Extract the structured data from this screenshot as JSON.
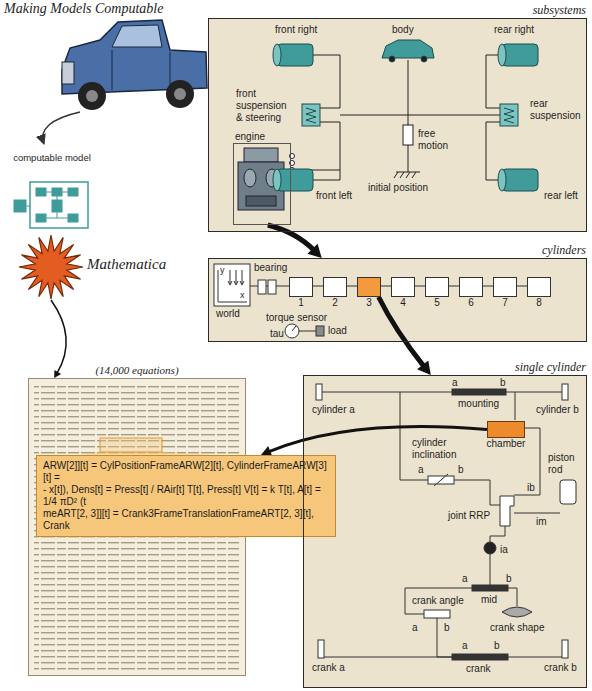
{
  "diagram": {
    "title": "Making Models Computable",
    "nodes": [
      {
        "text": [
          "subsystems"
        ]
      },
      {
        "text": [
          "engine"
        ],
        "in": 0
      },
      {
        "text": [
          "computable model"
        ]
      },
      {
        "text": [
          "Mathematica"
        ]
      },
      {
        "text": [
          "cylinders"
        ]
      },
      {
        "text": [
          "1"
        ],
        "in": 4
      },
      {
        "text": [
          "2"
        ],
        "in": 4
      },
      {
        "text": [
          "3"
        ],
        "in": 4
      },
      {
        "text": [
          "4"
        ],
        "in": 4
      },
      {
        "text": [
          "5"
        ],
        "in": 4
      },
      {
        "text": [
          "6"
        ],
        "in": 4
      },
      {
        "text": [
          "7"
        ],
        "in": 4
      },
      {
        "text": [
          "8"
        ],
        "in": 4
      },
      {
        "text": [
          "(14,000 equations)"
        ]
      },
      {
        "text": [
          "ARW[2]][t] = CylPositionFrameARW[2][t], CylinderFrameARW[3][t] =",
          "- x[t]), Dens[t] = Press[t] / RAir[t] T[t], Press[t] V[t] = k T[t], A[t] = 1/4 πD² (t",
          "meART[2, 3]][t] = Crank3FrameTranslationFrameART[2, 3][t], Crank"
        ]
      },
      {
        "text": [
          "single cylinder"
        ]
      },
      {
        "text": [
          "chamber"
        ],
        "in": 15
      }
    ],
    "edges": [
      {
        "from": 1,
        "to": 4,
        "arrow": "to"
      },
      {
        "from": 7,
        "to": 15,
        "arrow": "to"
      },
      {
        "from": 3,
        "to": 13,
        "arrow": "to"
      },
      {
        "from": 16,
        "to": 14,
        "arrow": "to"
      }
    ],
    "labels": [
      "front right",
      "body",
      "rear right",
      "front suspension & steering",
      "free motion",
      "rear suspension",
      "initial position",
      "front left",
      "rear left",
      "y",
      "x",
      "world",
      "bearing",
      "torque sensor",
      "tau",
      "load",
      "cylinder a",
      "a",
      "b",
      "mounting",
      "cylinder b",
      "cylinder inclination",
      "a",
      "b",
      "piston rod",
      "ib",
      "joint RRP",
      "im",
      "ia",
      "a",
      "b",
      "mid",
      "crank angle",
      "a",
      "b",
      "crank shape",
      "a",
      "b",
      "crank",
      "crank a",
      "crank b"
    ]
  }
}
